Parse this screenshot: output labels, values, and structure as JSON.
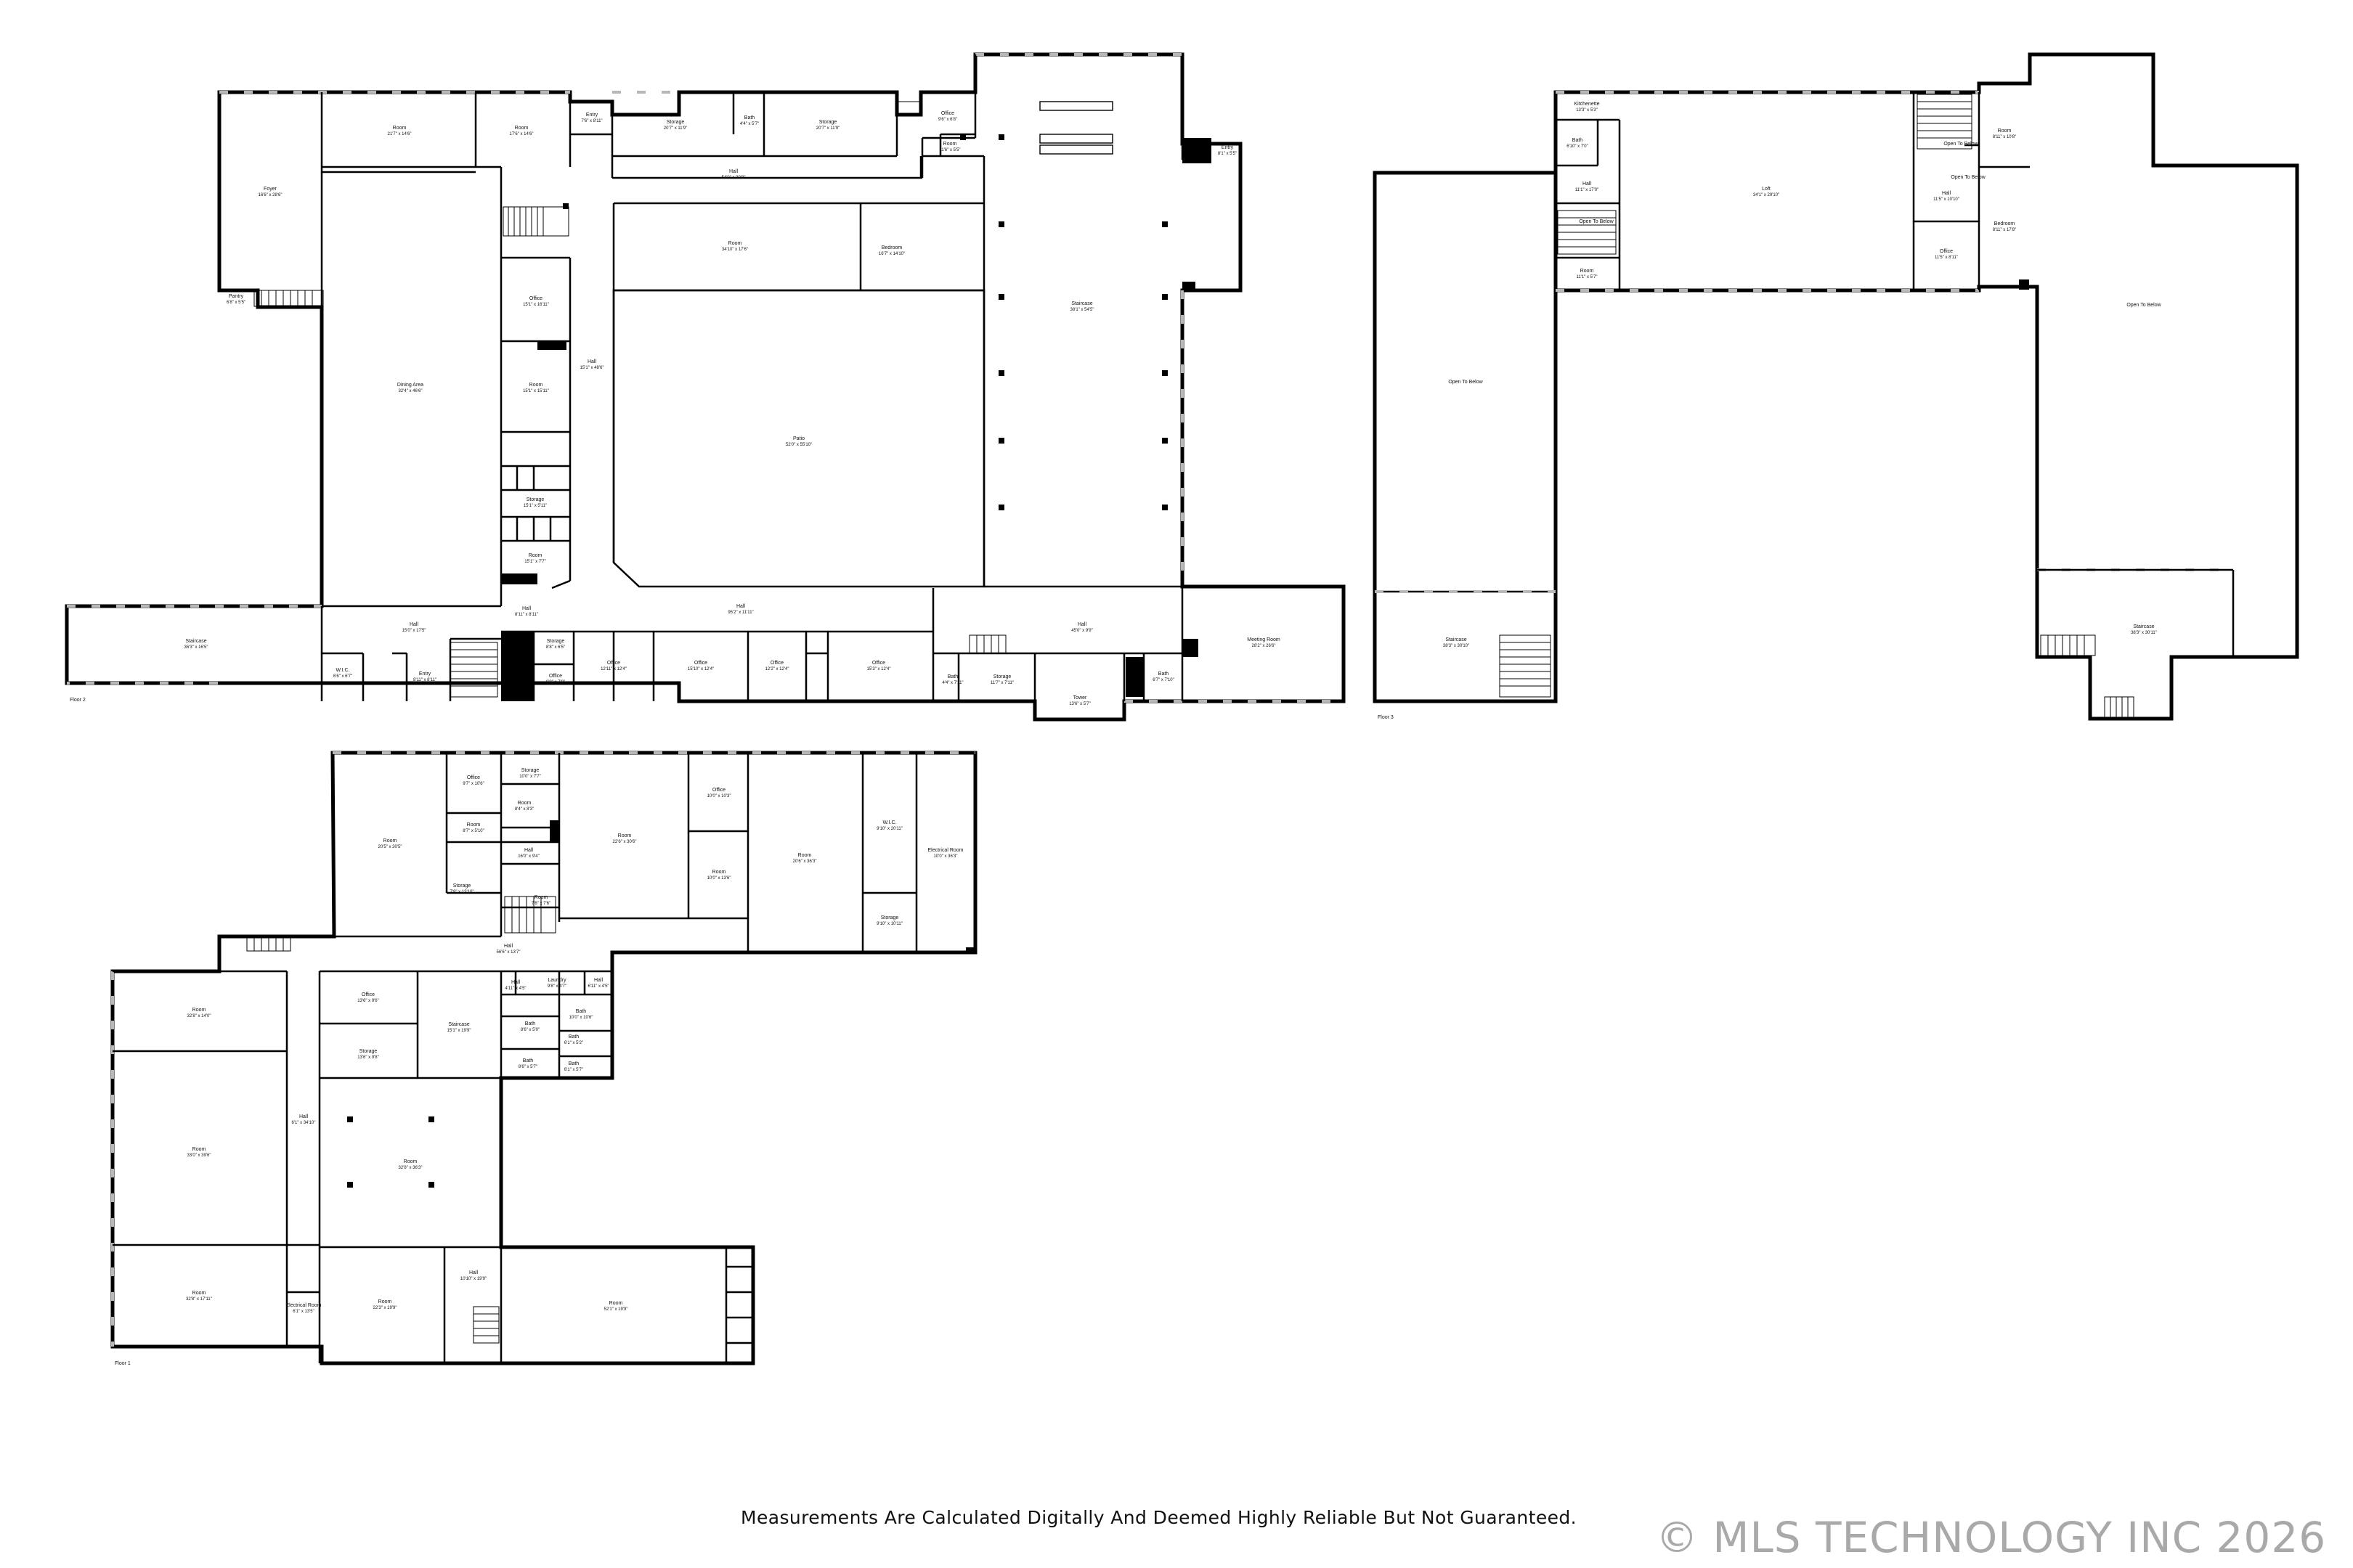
{
  "colors": {
    "wall": "#000000",
    "window": "#b8b8b8",
    "text": "#111111",
    "watermark": "#a9a9a9"
  },
  "floor_labels": {
    "floor2": "Floor 2",
    "floor3": "Floor 3",
    "floor1": "Floor 1"
  },
  "rooms": {
    "f2_foyer": "Foyer",
    "f2_foyer_size": "16'6\" x 28'6\"",
    "f2_room_a": "Room",
    "f2_room_a_size": "21'7\" x 14'6\"",
    "f2_room_b": "Room",
    "f2_room_b_size": "17'6\" x 14'6\"",
    "f2_entry_a": "Entry",
    "f2_entry_a_size": "7'6\" x 8'11\"",
    "f2_storage_a": "Storage",
    "f2_storage_a_size": "20'7\" x 11'9\"",
    "f2_bath_a": "Bath",
    "f2_bath_a_size": "4'4\" x 5'7\"",
    "f2_storage_b": "Storage",
    "f2_storage_b_size": "20'7\" x 11'9\"",
    "f2_office_a": "Office",
    "f2_office_a_size": "9'6\" x 6'8\"",
    "f2_room_c": "Room",
    "f2_room_c_size": "11'6\" x 5'5\"",
    "f2_entry_b": "Entry",
    "f2_entry_b_size": "8'1\" x 5'5\"",
    "f2_pantry": "Pantry",
    "f2_pantry_size": "6'8\" x 5'5\"",
    "f2_hall_a": "Hall",
    "f2_hall_a_size": "54'0\" x 30'8\"",
    "f2_room_d": "Room",
    "f2_room_d_size": "34'10\" x 17'6\"",
    "f2_bedroom": "Bedroom",
    "f2_bedroom_size": "16'7\" x 14'10\"",
    "f2_stairs": "Staircase",
    "f2_stairs_size": "38'1\" x 54'5\"",
    "f2_office_b": "Office",
    "f2_office_b_size": "15'1\" x 16'11\"",
    "f2_hall_b": "Hall",
    "f2_hall_b_size": "15'1\" x 48'6\"",
    "f2_room_e": "Room",
    "f2_room_e_size": "15'1\" x 15'11\"",
    "f2_dining": "Dining Area",
    "f2_dining_size": "32'4\" x 46'6\"",
    "f2_patio": "Patio",
    "f2_patio_size": "52'0\" x 55'10\"",
    "f2_storage_c": "Storage",
    "f2_storage_c_size": "15'1\" x 5'11\"",
    "f2_room_f": "Room",
    "f2_room_f_size": "15'1\" x 7'7\"",
    "f2_hall_c": "Hall",
    "f2_hall_c_size": "8'11\" x 8'11\"",
    "f2_hall_d": "Hall",
    "f2_hall_d_size": "15'0\" x 17'5\"",
    "f2_hall_e": "Hall",
    "f2_hall_e_size": "95'2\" x 11'11\"",
    "f2_hall_f": "Hall",
    "f2_hall_f_size": "45'0\" x 9'9\"",
    "f2_stair_w": "Staircase",
    "f2_stair_w_size": "36'3\" x 16'5\"",
    "f2_wic": "W.I.C.",
    "f2_wic_size": "6'6\" x 6'7\"",
    "f2_entry_c": "Entry",
    "f2_entry_c_size": "8'11\" x 8'11\"",
    "f2_storage_d": "Storage",
    "f2_storage_d_size": "8'8\" x 6'5\"",
    "f2_office_c": "Office",
    "f2_office_c_size": "8'8\" x 7'8\"",
    "f2_office_d": "Office",
    "f2_office_d_size": "12'11\" x 12'4\"",
    "f2_office_e": "Office",
    "f2_office_e_size": "15'10\" x 12'4\"",
    "f2_office_f": "Office",
    "f2_office_f_size": "12'2\" x 12'4\"",
    "f2_office_g": "Office",
    "f2_office_g_size": "15'3\" x 12'4\"",
    "f2_bath_b": "Bath",
    "f2_bath_b_size": "4'4\" x 7'11\"",
    "f2_storage_e": "Storage",
    "f2_storage_e_size": "11'7\" x 7'11\"",
    "f2_tower": "Tower",
    "f2_tower_size": "13'6\" x 5'7\"",
    "f2_bath_c": "Bath",
    "f2_bath_c_size": "6'7\" x 7'10\"",
    "f2_meeting": "Meeting Room",
    "f2_meeting_size": "28'2\" x 26'6\"",
    "f3_kitchenette": "Kitchenette",
    "f3_kitchenette_size": "13'3\" x 5'3\"",
    "f3_bath_a": "Bath",
    "f3_bath_a_size": "6'10\" x 7'0\"",
    "f3_hall_a": "Hall",
    "f3_hall_a_size": "11'1\" x 17'0\"",
    "f3_open_a": "Open To Below",
    "f3_room_a": "Room",
    "f3_room_a_size": "11'1\" x 5'7\"",
    "f3_loft": "Loft",
    "f3_loft_size": "34'1\" x 29'10\"",
    "f3_open_b": "Open To Below",
    "f3_room_b": "Room",
    "f3_room_b_size": "8'11\" x 10'8\"",
    "f3_hall_b": "Hall",
    "f3_hall_b_size": "11'5\" x 10'10\"",
    "f3_open_c": "Open To Below",
    "f3_bedroom": "Bedroom",
    "f3_bedroom_size": "8'11\" x 17'8\"",
    "f3_office": "Office",
    "f3_office_size": "11'5\" x 8'11\"",
    "f3_open_left": "Open To Below",
    "f3_stairs_left": "Staircase",
    "f3_stairs_left_size": "38'3\" x 30'10\"",
    "f3_open_right": "Open To Below",
    "f3_stairs_right": "Staircase",
    "f3_stairs_right_size": "38'3\" x 30'11\"",
    "f1_room_a": "Room",
    "f1_room_a_size": "20'5\" x 30'5\"",
    "f1_office_a": "Office",
    "f1_office_a_size": "9'7\" x 10'6\"",
    "f1_storage_a": "Storage",
    "f1_storage_a_size": "10'0\" x 7'7\"",
    "f1_room_b": "Room",
    "f1_room_b_size": "8'4\" x 8'3\"",
    "f1_room_c": "Room",
    "f1_room_c_size": "8'7\" x 5'10\"",
    "f1_hall_a": "Hall",
    "f1_hall_a_size": "16'0\" x 9'4\"",
    "f1_storage_b": "Storage",
    "f1_storage_b_size": "7'8\" x 13'10\"",
    "f1_room_d": "Room",
    "f1_room_d_size": "7'6\" x 7'6\"",
    "f1_room_e": "Room",
    "f1_room_e_size": "22'6\" x 30'6\"",
    "f1_office_b": "Office",
    "f1_office_b_size": "10'0\" x 10'3\"",
    "f1_room_f": "Room",
    "f1_room_f_size": "10'0\" x 13'6\"",
    "f1_room_g": "Room",
    "f1_room_g_size": "20'6\" x 36'3\"",
    "f1_wic": "W.I.C.",
    "f1_wic_size": "9'10\" x 20'11\"",
    "f1_storage_c": "Storage",
    "f1_storage_c_size": "9'10\" x 10'11\"",
    "f1_electrical_a": "Electrical Room",
    "f1_electrical_a_size": "10'0\" x 36'3\"",
    "f1_hall_b": "Hall",
    "f1_hall_b_size": "56'6\" x 13'7\"",
    "f1_room_h": "Room",
    "f1_room_h_size": "32'8\" x 14'0\"",
    "f1_office_c": "Office",
    "f1_office_c_size": "13'6\" x 9'6\"",
    "f1_stairs": "Staircase",
    "f1_stairs_size": "15'1\" x 19'9\"",
    "f1_hall_c": "Hall",
    "f1_hall_c_size": "4'11\" x 4'5\"",
    "f1_laundry": "Laundry",
    "f1_laundry_size": "9'8\" x 4'7\"",
    "f1_hall_d": "Hall",
    "f1_hall_d_size": "6'11\" x 4'5\"",
    "f1_storage_d": "Storage",
    "f1_storage_d_size": "13'6\" x 9'8\"",
    "f1_bath_a": "Bath",
    "f1_bath_a_size": "8'6\" x 5'0\"",
    "f1_bath_b": "Bath",
    "f1_bath_b_size": "6'1\" x 5'2\"",
    "f1_bath_c": "Bath",
    "f1_bath_c_size": "10'0\" x 10'6\"",
    "f1_bath_d": "Bath",
    "f1_bath_d_size": "8'6\" x 5'7\"",
    "f1_bath_e": "Bath",
    "f1_bath_e_size": "6'1\" x 5'7\"",
    "f1_room_i": "Room",
    "f1_room_i_size": "32'8\" x 36'3\"",
    "f1_hall_e": "Hall",
    "f1_hall_e_size": "6'1\" x 34'10\"",
    "f1_room_j": "Room",
    "f1_room_j_size": "33'0\" x 39'6\"",
    "f1_room_k": "Room",
    "f1_room_k_size": "32'8\" x 17'11\"",
    "f1_electrical_b": "Electrical Room",
    "f1_electrical_b_size": "6'1\" x 13'5\"",
    "f1_room_l": "Room",
    "f1_room_l_size": "22'3\" x 19'9\"",
    "f1_hall_f": "Hall",
    "f1_hall_f_size": "10'10\" x 19'9\"",
    "f1_room_m": "Room",
    "f1_room_m_size": "52'1\" x 19'9\""
  },
  "footer": {
    "disclaimer": "Measurements Are Calculated Digitally And Deemed Highly Reliable But Not Guaranteed.",
    "copyright": "© MLS TECHNOLOGY INC 2026"
  }
}
